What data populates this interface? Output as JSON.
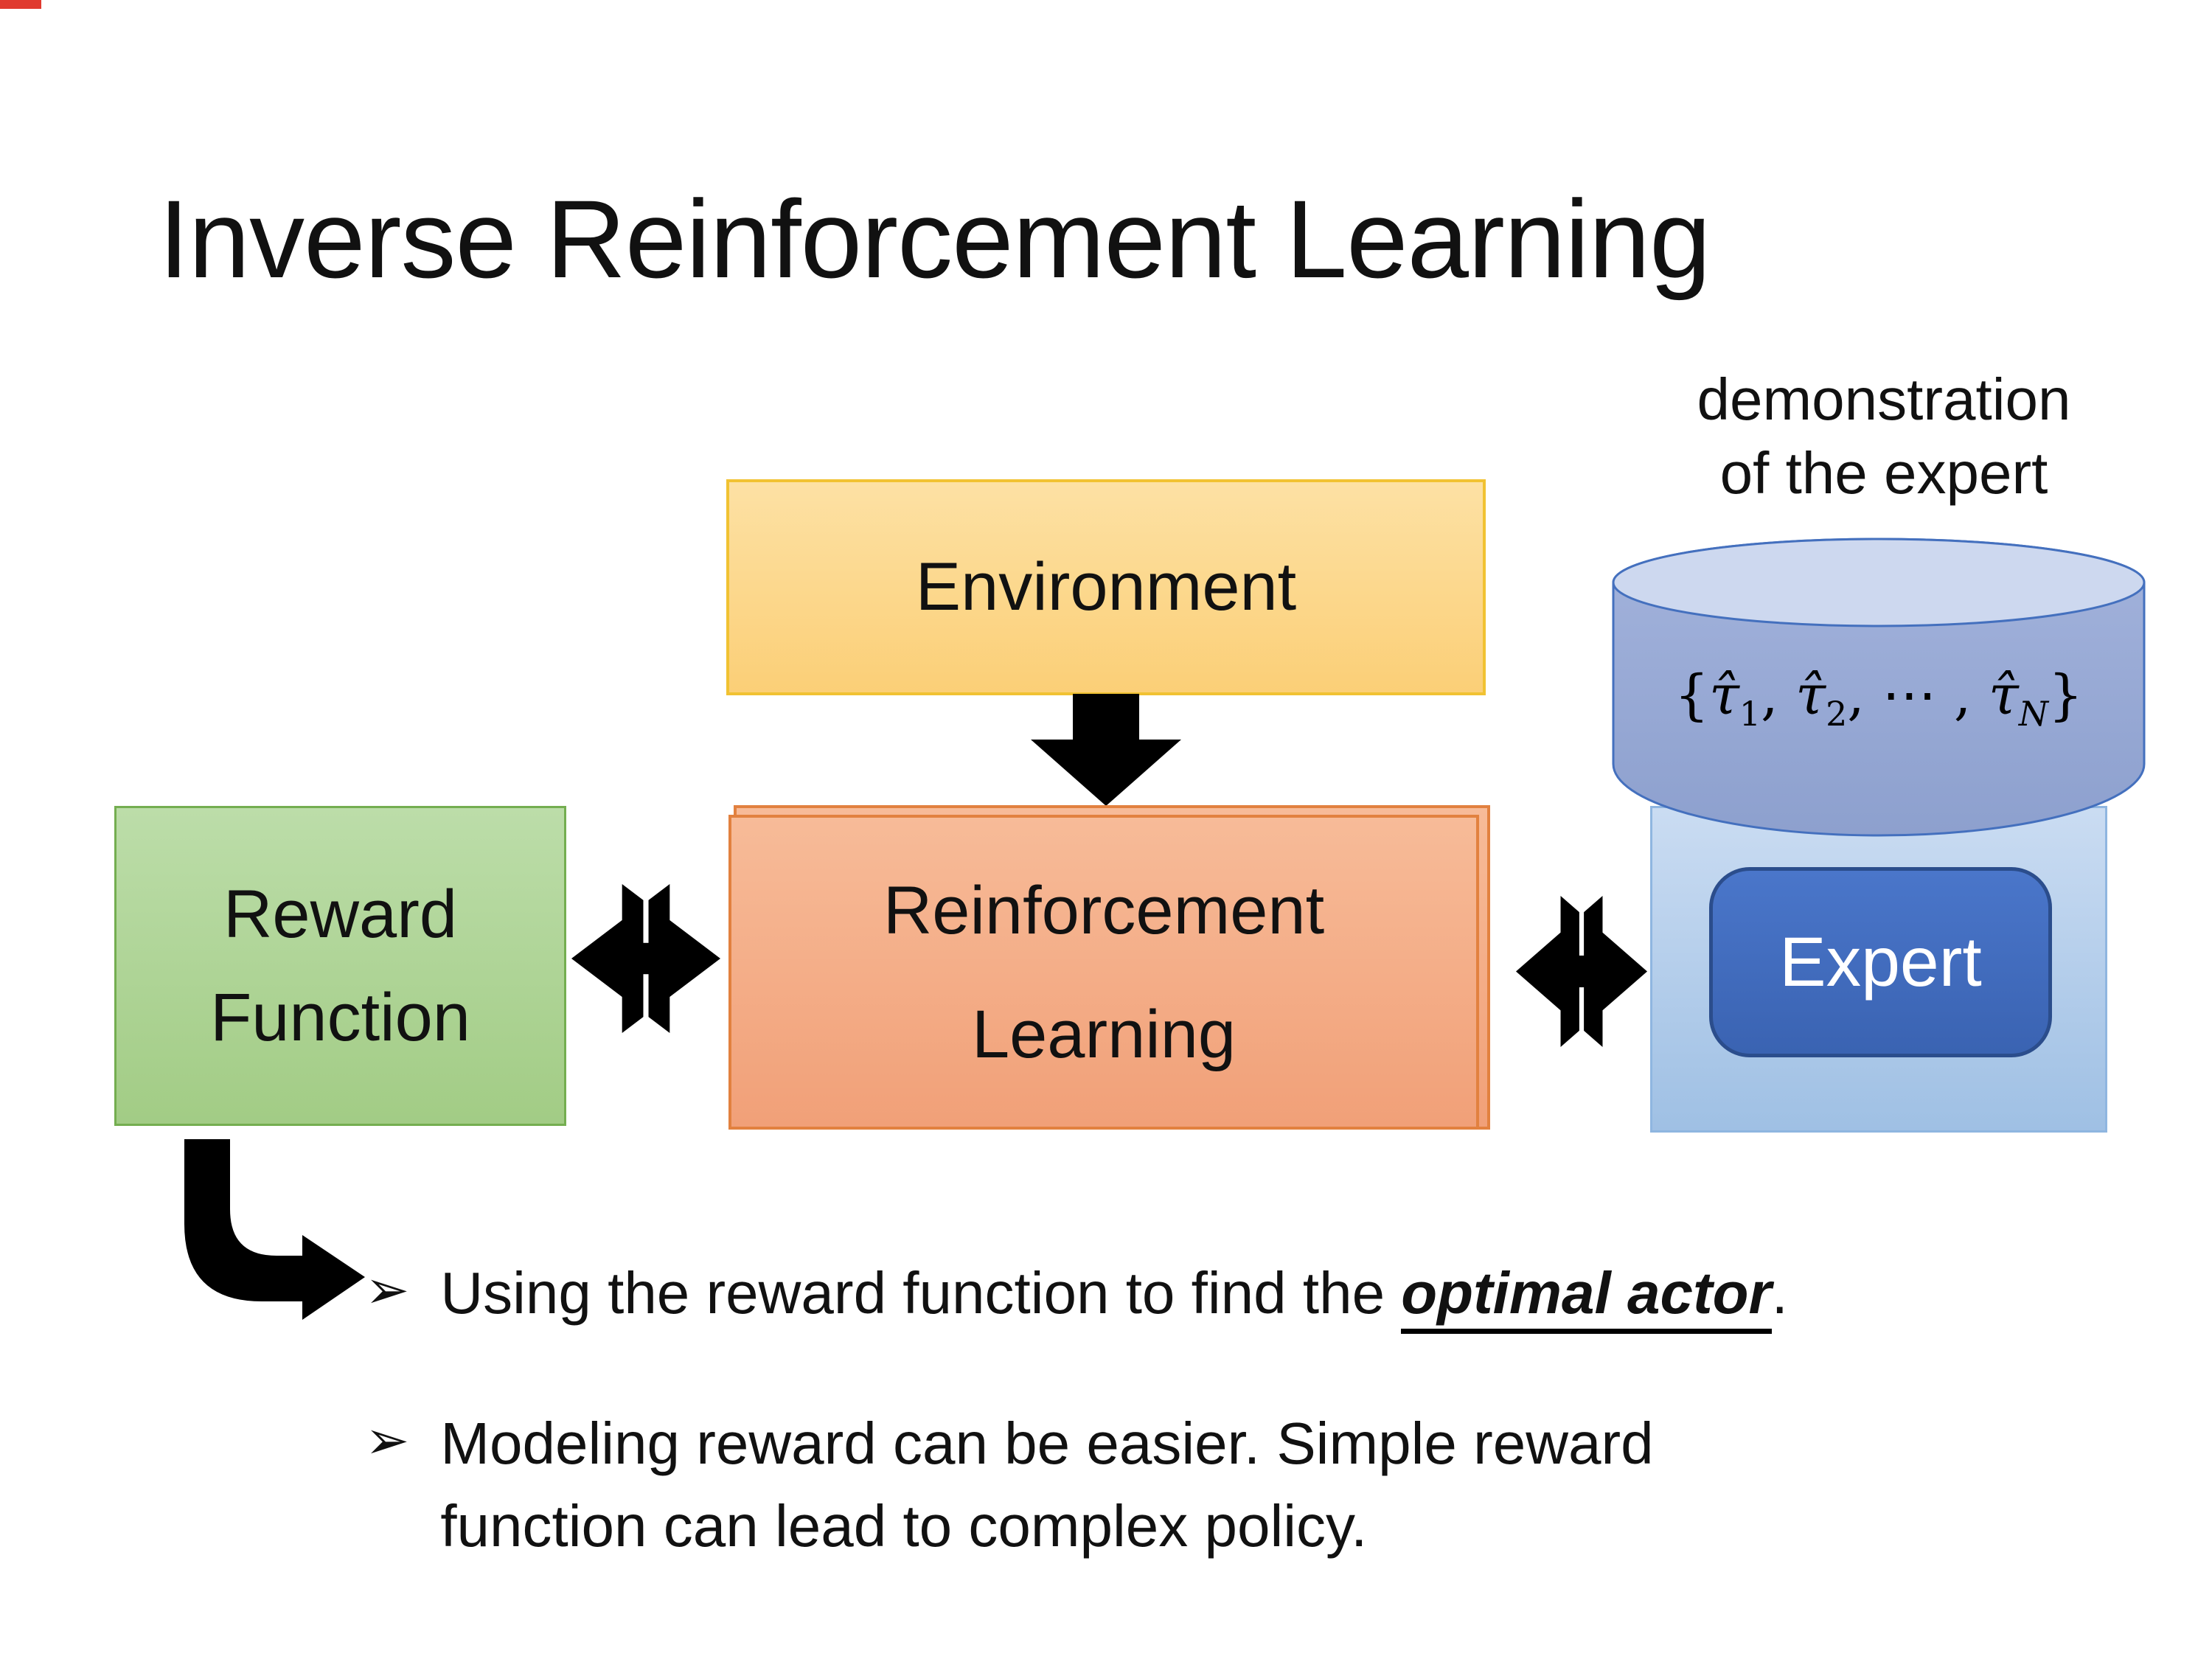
{
  "slide": {
    "background": "#ffffff",
    "corner_mark_color": "#e03a2f"
  },
  "title": "Inverse Reinforcement Learning",
  "annotation": {
    "line1": "demonstration",
    "line2": "of the expert"
  },
  "boxes": {
    "environment": {
      "label": "Environment",
      "fill_top": "#fde1a4",
      "fill_bottom": "#fbcf77",
      "border": "#f1c232"
    },
    "reward_function": {
      "line1": "Reward",
      "line2": "Function",
      "fill_top": "#bcdda9",
      "fill_bottom": "#a2cc85",
      "border": "#74ae50"
    },
    "reinforcement_learning": {
      "line1": "Reinforcement",
      "line2": "Learning",
      "fill_top": "#f7bb98",
      "fill_bottom": "#f1a078",
      "border": "#e2813f"
    },
    "expert_container": {
      "fill_top": "#cadcf2",
      "fill_bottom": "#9fc0e4",
      "border": "#8fb6e0"
    },
    "expert": {
      "label": "Expert",
      "fill": "#3f69be",
      "border": "#2b4d8c",
      "text_color": "#ffffff"
    },
    "database": {
      "body_fill": "#96a8d4",
      "top_fill": "#cdd8ef",
      "border": "#4470be"
    }
  },
  "formula": {
    "open": "{",
    "t1": "τ̂",
    "s1": "1",
    "sep1": ", ",
    "t2": "τ̂",
    "s2": "2",
    "sep2": ", ",
    "dots": "⋯",
    "sep3": " , ",
    "t3": "τ̂",
    "s3": "N",
    "close": "}"
  },
  "bullets": {
    "char": "➢",
    "item1": {
      "pre": "Using the reward function to find the ",
      "emphasis": "optimal actor",
      "post": "."
    },
    "item2": {
      "line1": "Modeling reward can be easier. Simple reward",
      "line2": "function can lead to complex policy."
    }
  },
  "arrows": {
    "color": "#000000"
  }
}
